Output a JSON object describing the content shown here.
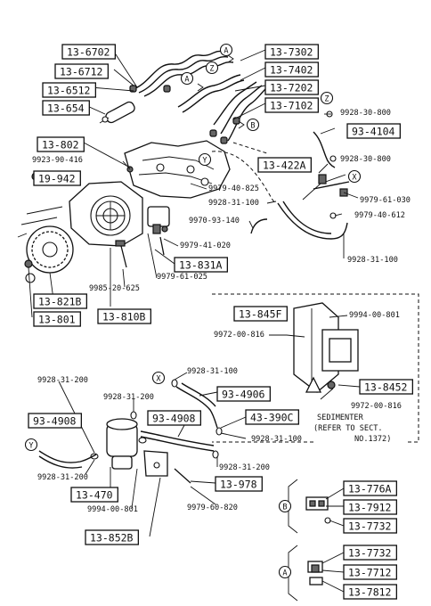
{
  "boxed_labels": [
    {
      "id": "b1",
      "text": "13-6702"
    },
    {
      "id": "b2",
      "text": "13-6712"
    },
    {
      "id": "b3",
      "text": "13-6512"
    },
    {
      "id": "b4",
      "text": "13-654"
    },
    {
      "id": "b5",
      "text": "13-7302"
    },
    {
      "id": "b6",
      "text": "13-7402"
    },
    {
      "id": "b7",
      "text": "13-7202"
    },
    {
      "id": "b8",
      "text": "13-7102"
    },
    {
      "id": "b9",
      "text": "93-4104"
    },
    {
      "id": "b10",
      "text": "13-802"
    },
    {
      "id": "b11",
      "text": "13-422A"
    },
    {
      "id": "b12",
      "text": "19-942"
    },
    {
      "id": "b13",
      "text": "13-831A"
    },
    {
      "id": "b14",
      "text": "13-821B"
    },
    {
      "id": "b15",
      "text": "13-801"
    },
    {
      "id": "b16",
      "text": "13-810B"
    },
    {
      "id": "b17",
      "text": "13-845F"
    },
    {
      "id": "b18",
      "text": "13-8452"
    },
    {
      "id": "b19",
      "text": "93-4906"
    },
    {
      "id": "b20",
      "text": "93-4908"
    },
    {
      "id": "b21",
      "text": "93-4908"
    },
    {
      "id": "b22",
      "text": "43-390C"
    },
    {
      "id": "b23",
      "text": "13-470"
    },
    {
      "id": "b24",
      "text": "13-978"
    },
    {
      "id": "b25",
      "text": "13-852B"
    },
    {
      "id": "b26",
      "text": "13-776A"
    },
    {
      "id": "b27",
      "text": "13-7912"
    },
    {
      "id": "b28",
      "text": "13-7732"
    },
    {
      "id": "b29",
      "text": "13-7732"
    },
    {
      "id": "b30",
      "text": "13-7712"
    },
    {
      "id": "b31",
      "text": "13-7812"
    }
  ],
  "part_numbers": [
    {
      "id": "p1",
      "text": "9928-30-800"
    },
    {
      "id": "p2",
      "text": "9928-30-800"
    },
    {
      "id": "p3",
      "text": "9923-90-416"
    },
    {
      "id": "p4",
      "text": "9979-40-825"
    },
    {
      "id": "p5",
      "text": "9979-61-030"
    },
    {
      "id": "p6",
      "text": "9928-31-100"
    },
    {
      "id": "p7",
      "text": "9979-40-612"
    },
    {
      "id": "p8",
      "text": "9970-93-140"
    },
    {
      "id": "p9",
      "text": "9979-41-020"
    },
    {
      "id": "p10",
      "text": "9928-31-100"
    },
    {
      "id": "p11",
      "text": "9979-61-025"
    },
    {
      "id": "p12",
      "text": "9985-20-625"
    },
    {
      "id": "p13",
      "text": "9994-00-801"
    },
    {
      "id": "p14",
      "text": "9972-00-816"
    },
    {
      "id": "p15",
      "text": "9972-00-816"
    },
    {
      "id": "p16",
      "text": "9928-31-200"
    },
    {
      "id": "p17",
      "text": "9928-31-100"
    },
    {
      "id": "p18",
      "text": "9928-31-200"
    },
    {
      "id": "p19",
      "text": "9928-31-100"
    },
    {
      "id": "p20",
      "text": "9928-31-200"
    },
    {
      "id": "p21",
      "text": "9928-31-200"
    },
    {
      "id": "p22",
      "text": "9994-00-801"
    },
    {
      "id": "p23",
      "text": "9979-60-820"
    }
  ],
  "callouts": [
    {
      "id": "c1",
      "text": "A"
    },
    {
      "id": "c2",
      "text": "Z"
    },
    {
      "id": "c3",
      "text": "A"
    },
    {
      "id": "c4",
      "text": "B"
    },
    {
      "id": "c5",
      "text": "Z"
    },
    {
      "id": "c6",
      "text": "Y"
    },
    {
      "id": "c7",
      "text": "X"
    },
    {
      "id": "c8",
      "text": "X"
    },
    {
      "id": "c9",
      "text": "Y"
    },
    {
      "id": "c10",
      "text": "B"
    },
    {
      "id": "c11",
      "text": "A"
    }
  ],
  "notes": {
    "sedimenter_line1": "SEDIMENTER",
    "sedimenter_line2": "(REFER TO SECT.",
    "sedimenter_line3": "NO.1372)"
  }
}
